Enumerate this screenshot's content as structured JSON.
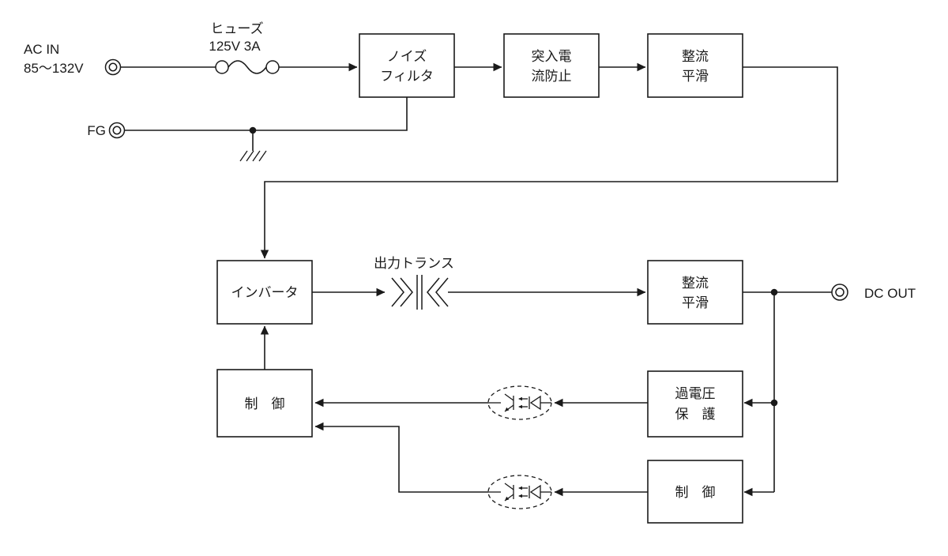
{
  "diagram": {
    "background": "#ffffff",
    "ink": "#1a1a1a",
    "input_section": {
      "ac_in_label_line1": "AC IN",
      "ac_in_label_line2": "85〜132V",
      "fg_label": "FG",
      "fuse_label_line1": "ヒューズ",
      "fuse_label_line2": "125V 3A"
    },
    "output_section": {
      "dc_out_label": "DC OUT",
      "transformer_label": "出力トランス"
    },
    "blocks": {
      "noise_filter": {
        "line1": "ノイズ",
        "line2": "フィルタ"
      },
      "inrush_prevention": {
        "line1": "突入電",
        "line2": "流防止"
      },
      "rectify_smooth_input": {
        "line1": "整流",
        "line2": "平滑"
      },
      "inverter": {
        "line1": "インバータ"
      },
      "rectify_smooth_output": {
        "line1": "整流",
        "line2": "平滑"
      },
      "control_main": {
        "line1": "制　御"
      },
      "overvoltage_protection": {
        "line1": "過電圧",
        "line2": "保　護"
      },
      "control_feedback": {
        "line1": "制　御"
      }
    }
  }
}
